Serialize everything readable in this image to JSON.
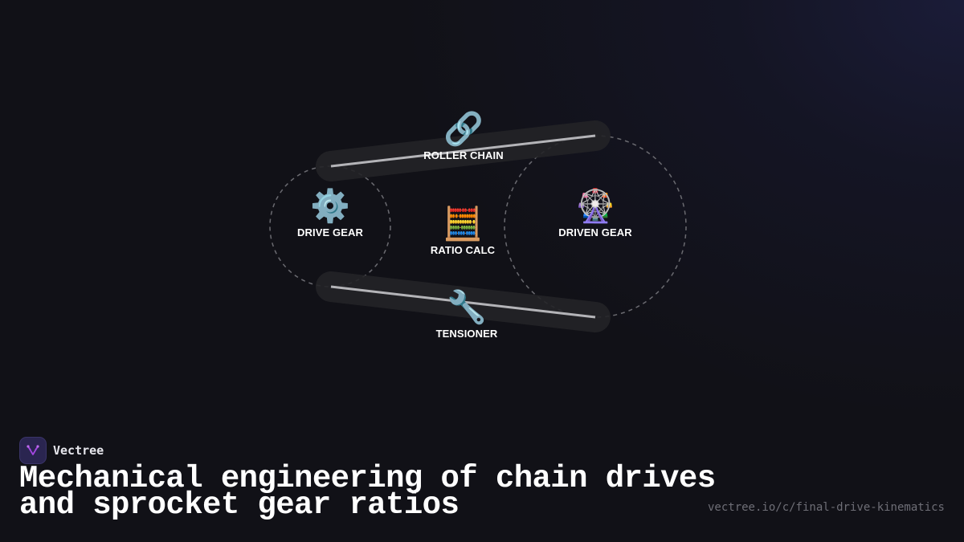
{
  "diagram": {
    "nodes": [
      {
        "id": "roller-chain",
        "label": "ROLLER CHAIN",
        "icon": "link-icon",
        "glyph": "🔗"
      },
      {
        "id": "drive-gear",
        "label": "DRIVE GEAR",
        "icon": "gear-icon",
        "glyph": "⚙️"
      },
      {
        "id": "ratio-calc",
        "label": "RATIO CALC",
        "icon": "abacus-icon",
        "glyph": "🧮"
      },
      {
        "id": "driven-gear",
        "label": "DRIVEN GEAR",
        "icon": "ferris-wheel-icon",
        "glyph": "🎡"
      },
      {
        "id": "tensioner",
        "label": "TENSIONER",
        "icon": "wrench-icon",
        "glyph": "🔧"
      }
    ],
    "colors": {
      "background": "#111117",
      "chain_line": "#b4b4b8",
      "chain_band": "#232327",
      "circle_dash": "#6a6a70",
      "label": "#ffffff"
    }
  },
  "brand": {
    "name": "Vectree",
    "logo_icon": "vectree-logo-icon",
    "accent": "#a347e0"
  },
  "footer": {
    "title_line1": "Mechanical engineering of chain drives",
    "title_line2": "and sprocket gear ratios",
    "url": "vectree.io/c/final-drive-kinematics"
  }
}
